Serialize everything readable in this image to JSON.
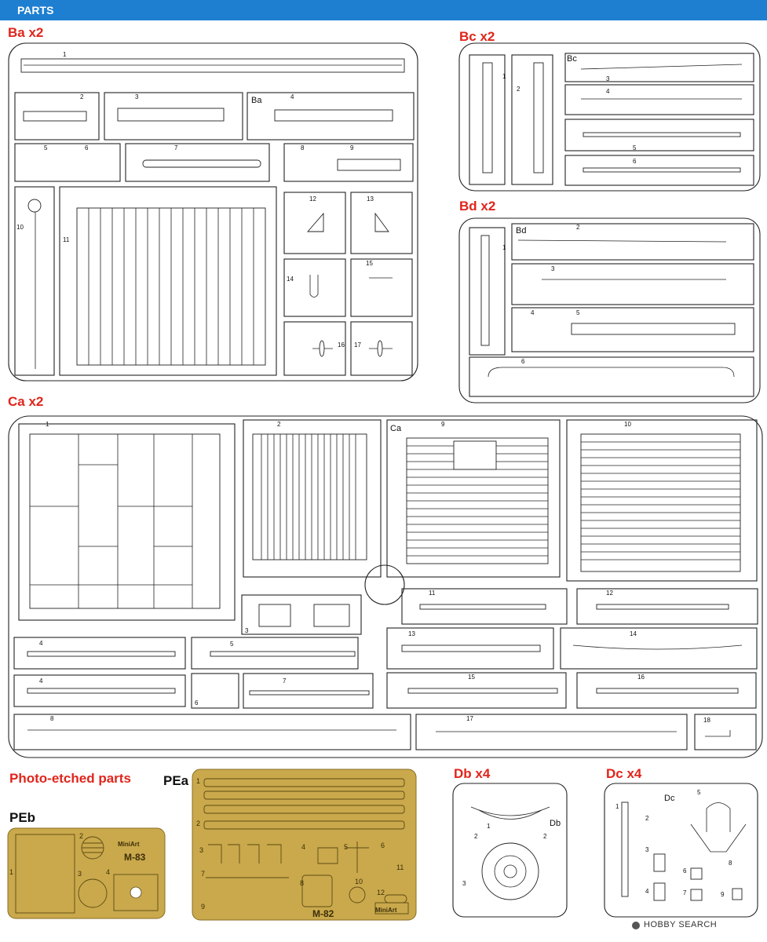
{
  "header": {
    "title": "PARTS"
  },
  "sprues": {
    "ba": {
      "label": "Ba x2",
      "code": "Ba",
      "parts": [
        "1",
        "2",
        "3",
        "4",
        "5",
        "6",
        "7",
        "8",
        "9",
        "10",
        "11",
        "12",
        "13",
        "14",
        "15",
        "16",
        "17"
      ]
    },
    "bc": {
      "label": "Bc x2",
      "code": "Bc",
      "parts": [
        "1",
        "2",
        "3",
        "4",
        "5",
        "6"
      ]
    },
    "bd": {
      "label": "Bd x2",
      "code": "Bd",
      "parts": [
        "1",
        "2",
        "3",
        "4",
        "5",
        "6"
      ]
    },
    "ca": {
      "label": "Ca x2",
      "code": "Ca",
      "parts": [
        "1",
        "2",
        "3",
        "4",
        "4",
        "5",
        "6",
        "7",
        "8",
        "9",
        "10",
        "11",
        "12",
        "13",
        "14",
        "15",
        "16",
        "17",
        "18"
      ]
    },
    "db": {
      "label": "Db x4",
      "code": "Db",
      "parts": [
        "1",
        "2",
        "2",
        "3"
      ]
    },
    "dc": {
      "label": "Dc x4",
      "code": "Dc",
      "parts": [
        "1",
        "2",
        "3",
        "4",
        "5",
        "6",
        "7",
        "8",
        "9"
      ]
    }
  },
  "photo_etched": {
    "heading": "Photo-etched parts",
    "pea": {
      "label": "PEa",
      "code": "M-82",
      "brand": "MiniArt",
      "parts": [
        "1",
        "2",
        "3",
        "4",
        "5",
        "6",
        "7",
        "8",
        "9",
        "10",
        "11",
        "12"
      ]
    },
    "peb": {
      "label": "PEb",
      "code": "M-83",
      "brand": "MiniArt",
      "parts": [
        "1",
        "2",
        "3",
        "4"
      ]
    }
  },
  "watermark": {
    "text": "HOBBY SEARCH"
  },
  "colors": {
    "header": "#1e7fd1",
    "label_red": "#e0251b",
    "brass": "#c9a94c",
    "line": "#222222"
  }
}
